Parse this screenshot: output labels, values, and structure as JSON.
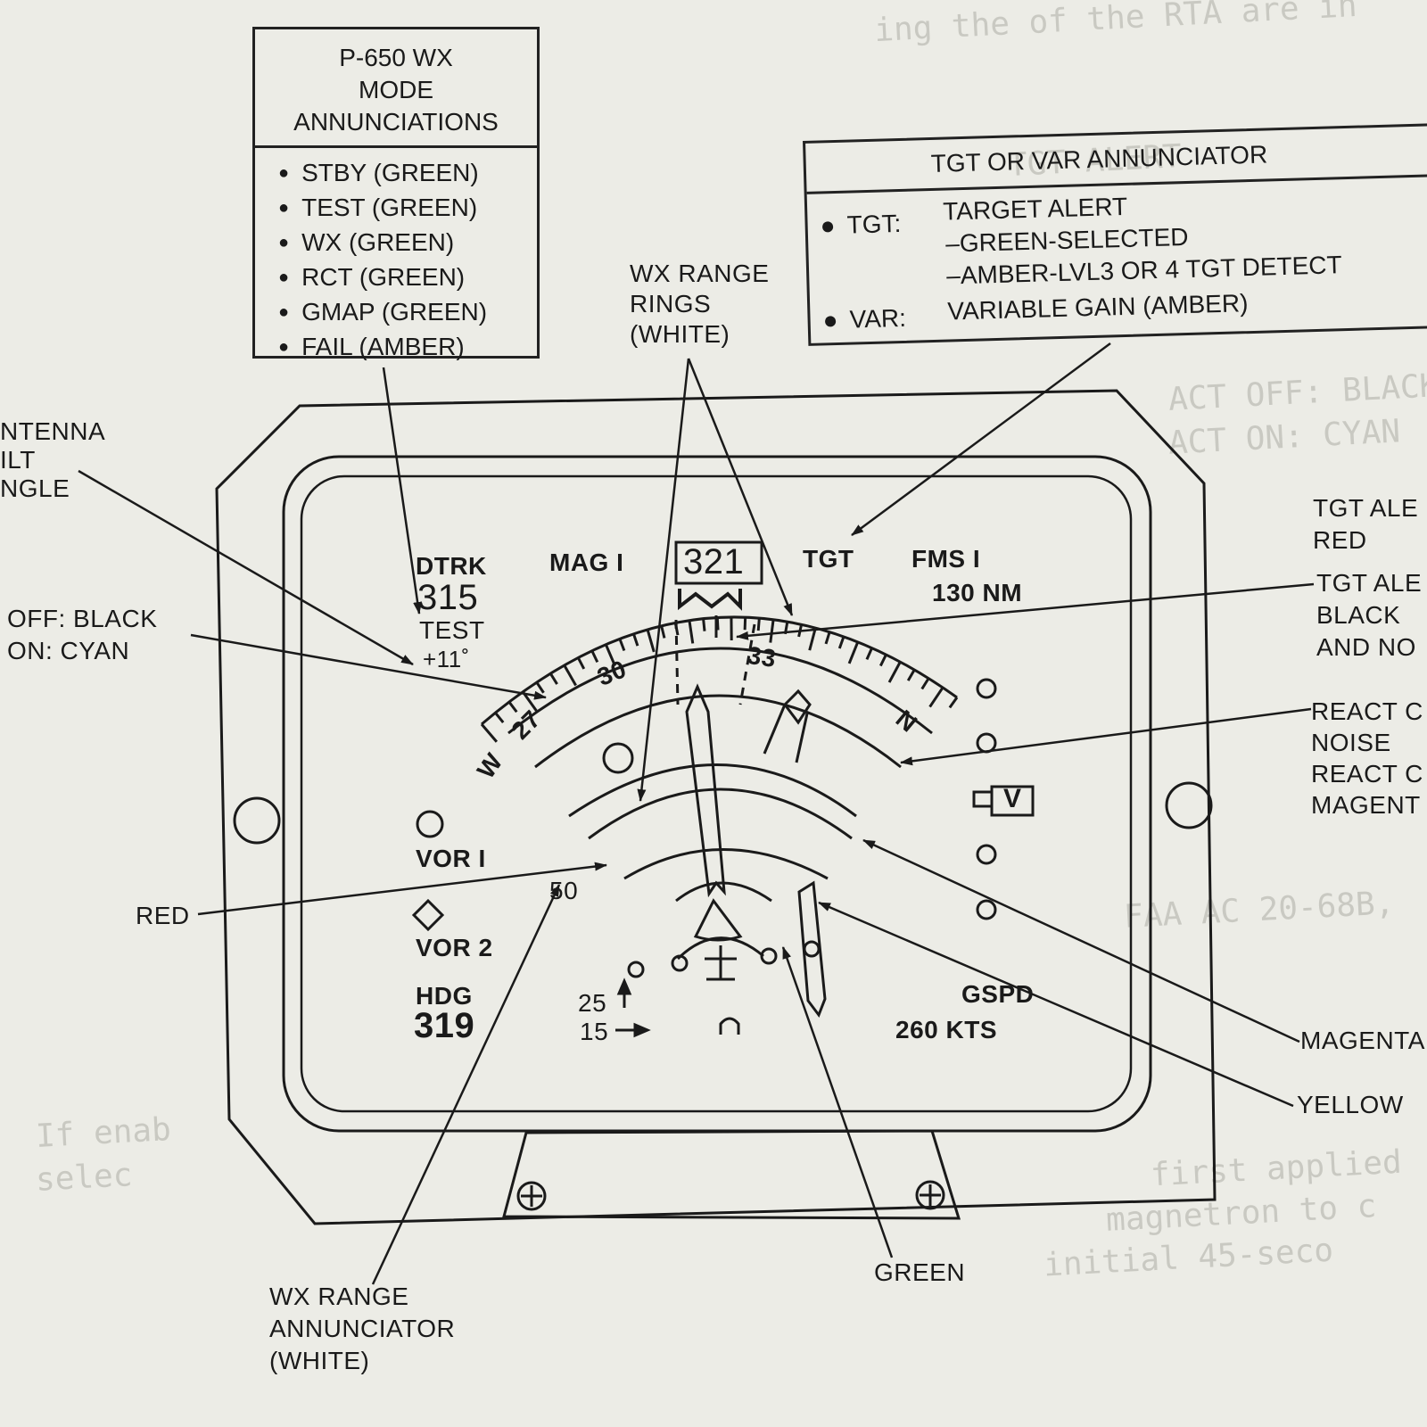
{
  "mode_box": {
    "title_lines": [
      "P-650 WX",
      "MODE",
      "ANNUNCIATIONS"
    ],
    "items": [
      "STBY (GREEN)",
      "TEST (GREEN)",
      "WX (GREEN)",
      "RCT (GREEN)",
      "GMAP (GREEN)",
      "FAIL (AMBER)"
    ]
  },
  "tgt_box": {
    "title": "TGT OR VAR ANNUNCIATOR",
    "tgt_key": "TGT:",
    "tgt_lines": [
      "TARGET ALERT",
      "–GREEN-SELECTED",
      "–AMBER-LVL3 OR 4 TGT DETECT"
    ],
    "var_key": "VAR:",
    "var_text": "VARIABLE GAIN (AMBER)"
  },
  "callouts": {
    "wx_range_rings": [
      "WX RANGE",
      "RINGS",
      "(WHITE)"
    ],
    "antenna_tilt": [
      "NTENNA",
      "ILT",
      "NGLE"
    ],
    "off_on": [
      "OFF: BLACK",
      "ON: CYAN"
    ],
    "red": "RED",
    "wx_range_annunciator": [
      "WX RANGE",
      "ANNUNCIATOR",
      "(WHITE)"
    ],
    "green": "GREEN",
    "magenta": "MAGENTA",
    "yellow": "YELLOW",
    "tgt_alert_red": [
      "TGT ALE",
      "RED"
    ],
    "tgt_alert_black": [
      "TGT ALE",
      "BLACK",
      "AND NO"
    ],
    "react": [
      "REACT C",
      "NOISE",
      "REACT C",
      "MAGENT"
    ]
  },
  "display": {
    "dtrk_label": "DTRK",
    "dtrk_value": "315",
    "mode": "TEST",
    "tilt": "+11˚",
    "mag": "MAG I",
    "heading_box": "321",
    "tgt": "TGT",
    "fms": "FMS I",
    "range_nm": "130 NM",
    "vor1": "VOR I",
    "vor2": "VOR 2",
    "range_value": "50",
    "hdg_label": "HDG",
    "hdg_value": "319",
    "alt_top": "25",
    "alt_bottom": "15",
    "gspd_label": "GSPD",
    "gspd_value": "260 KTS",
    "var_letter": "V",
    "compass_labels": [
      "W",
      "27",
      "30",
      "33",
      "N"
    ]
  }
}
